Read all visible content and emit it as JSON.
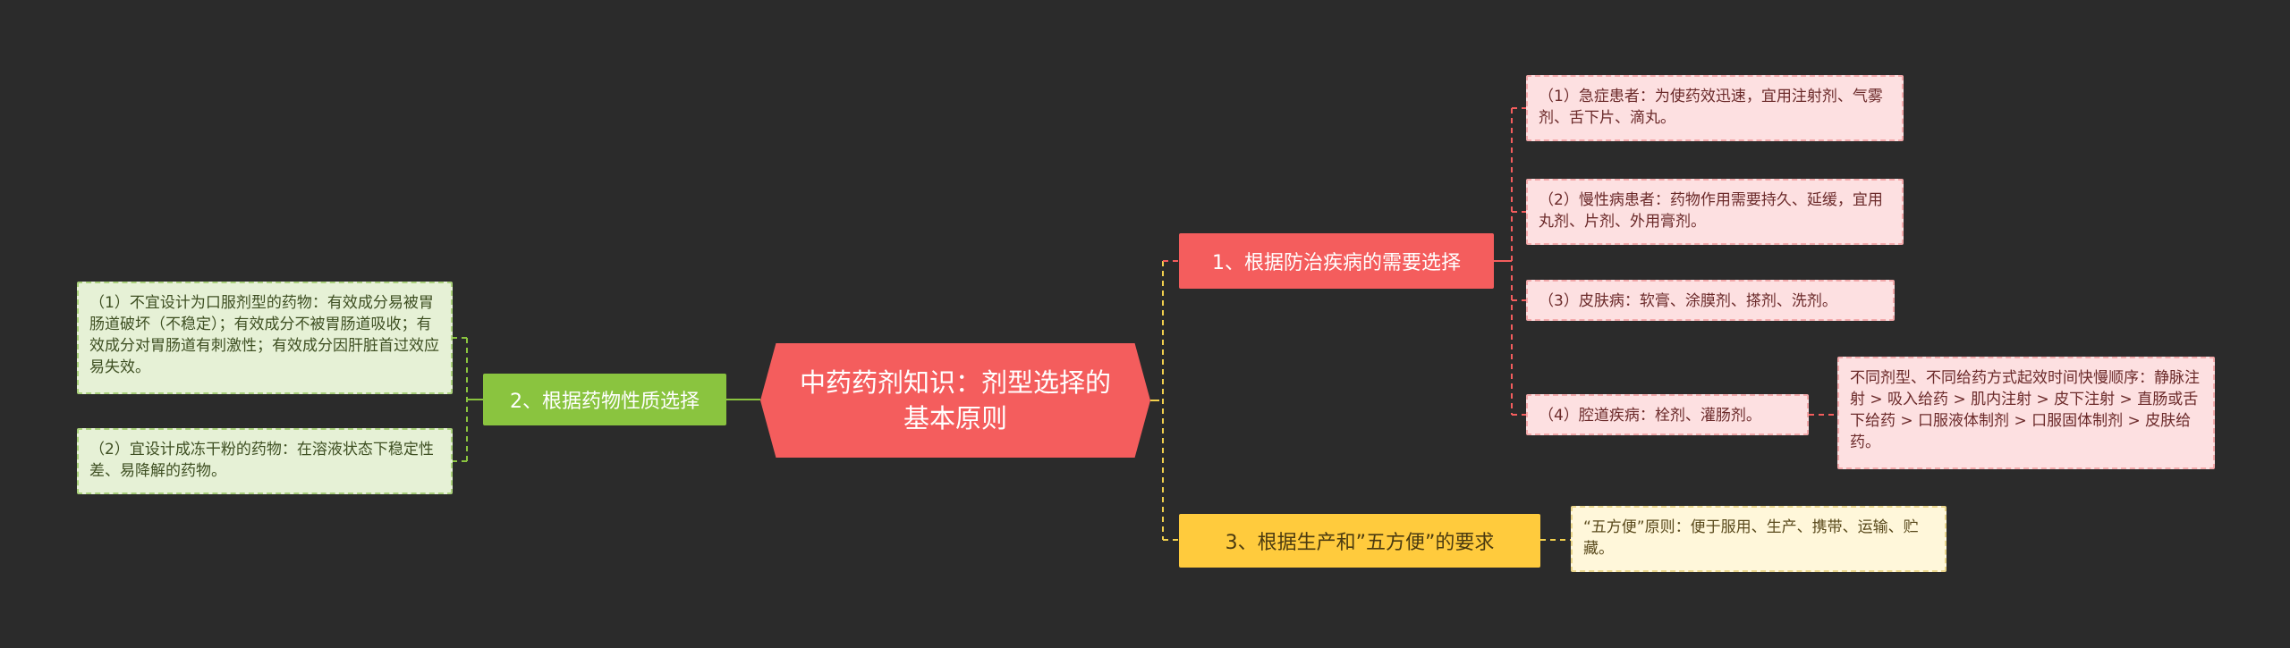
{
  "root": {
    "title": "中药药剂知识：剂型选择的基本原则"
  },
  "branches": {
    "disease": {
      "label": "1、根据防治疾病的需要选择",
      "items": [
        "（1）急症患者：为使药效迅速，宜用注射剂、气雾剂、舌下片、滴丸。",
        "（2）慢性病患者：药物作用需要持久、延缓，宜用丸剂、片剂、外用膏剂。",
        "（3）皮肤病：软膏、涂膜剂、搽剂、洗剂。",
        "（4）腔道疾病：栓剂、灌肠剂。"
      ],
      "sub_note": "不同剂型、不同给药方式起效时间快慢顺序：静脉注射 > 吸入给药 > 肌内注射 > 皮下注射 > 直肠或舌下给药 > 口服液体制剂 > 口服固体制剂 > 皮肤给药。"
    },
    "property": {
      "label": "2、根据药物性质选择",
      "items": [
        "（1）不宜设计为口服剂型的药物：有效成分易被胃肠道破坏（不稳定）；有效成分不被胃肠道吸收；有效成分对胃肠道有刺激性；有效成分因肝脏首过效应易失效。",
        "（2）宜设计成冻干粉的药物：在溶液状态下稳定性差、易降解的药物。"
      ]
    },
    "production": {
      "label": "3、根据生产和”五方便”的要求",
      "items": [
        "“五方便”原则：便于服用、生产、携带、运输、贮藏。"
      ]
    }
  },
  "colors": {
    "background": "#2b2b2b",
    "root": "#f45d5d",
    "branch_red": "#f45d5d",
    "branch_green": "#8ac43f",
    "branch_yellow": "#ffcb3d"
  }
}
